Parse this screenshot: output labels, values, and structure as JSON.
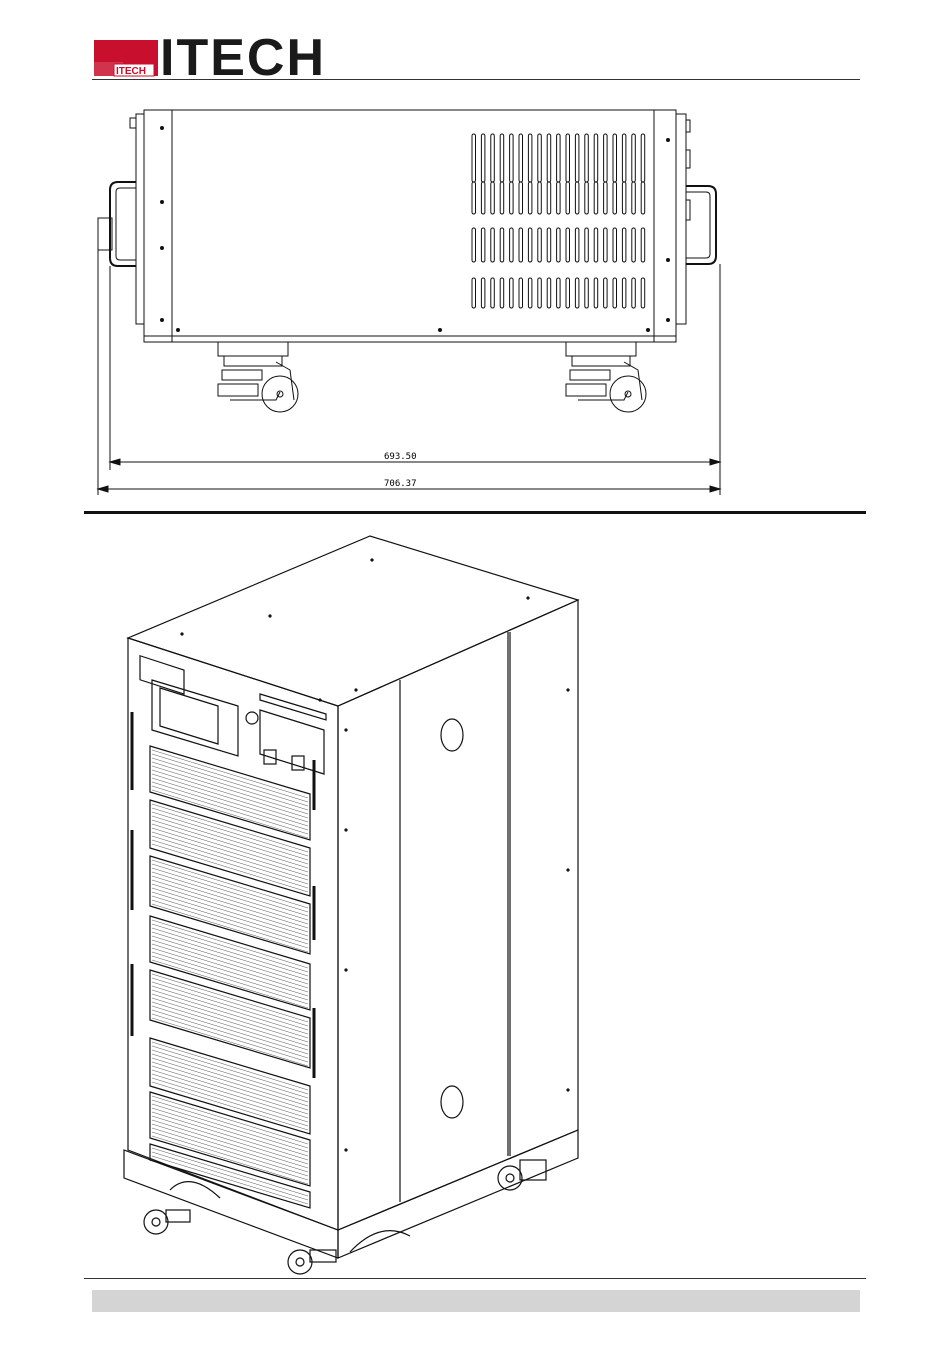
{
  "header": {
    "logo_text": "ITECH",
    "logo_badge_text": "ITECH"
  },
  "side_view": {
    "dimension_inner": "693.50",
    "dimension_outer": "706.37"
  },
  "colors": {
    "logo_red": "#c8102e",
    "line": "#111111",
    "footer_bar": "#d4d4d4"
  }
}
